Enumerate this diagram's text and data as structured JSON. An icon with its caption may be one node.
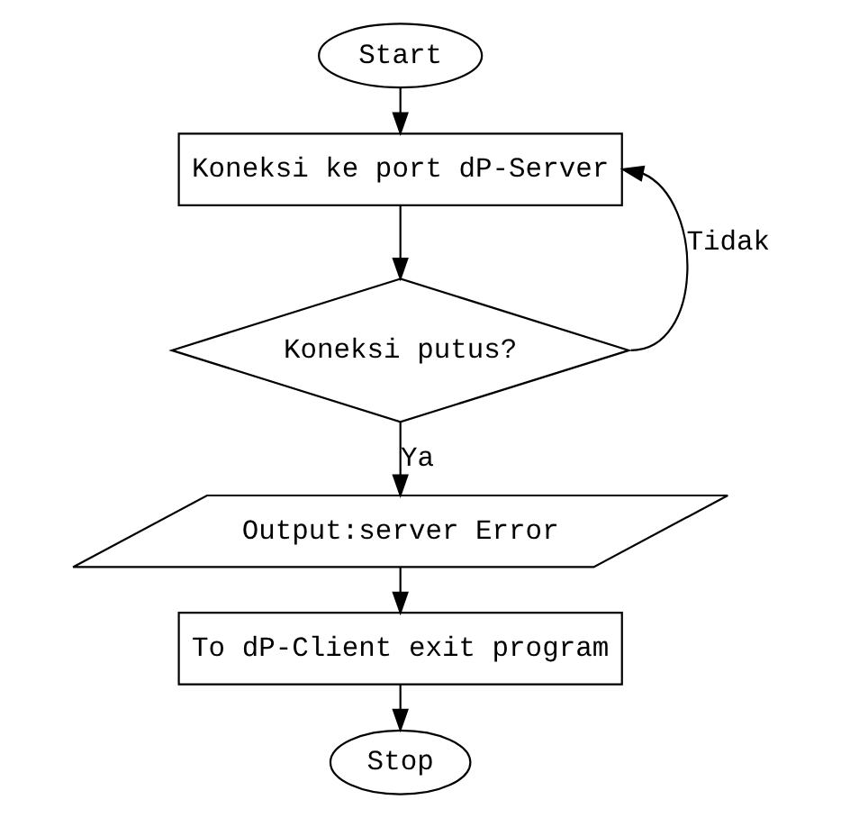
{
  "diagram": {
    "nodes": [
      {
        "text": [
          "Start"
        ]
      },
      {
        "text": [
          "Koneksi ke port dP-Server"
        ]
      },
      {
        "text": [
          "Koneksi putus?"
        ]
      },
      {
        "text": [
          "Output:server Error"
        ]
      },
      {
        "text": [
          "To dP-Client exit program"
        ]
      },
      {
        "text": [
          "Stop"
        ]
      }
    ],
    "edges": [
      {
        "from": 0,
        "to": 1,
        "arrow": "to"
      },
      {
        "from": 1,
        "to": 2,
        "arrow": "to"
      },
      {
        "from": 2,
        "to": 3,
        "arrow": "to",
        "label": "Ya"
      },
      {
        "from": 2,
        "to": 1,
        "arrow": "to",
        "label": "Tidak"
      },
      {
        "from": 3,
        "to": 4,
        "arrow": "to"
      },
      {
        "from": 4,
        "to": 5,
        "arrow": "to"
      }
    ]
  }
}
